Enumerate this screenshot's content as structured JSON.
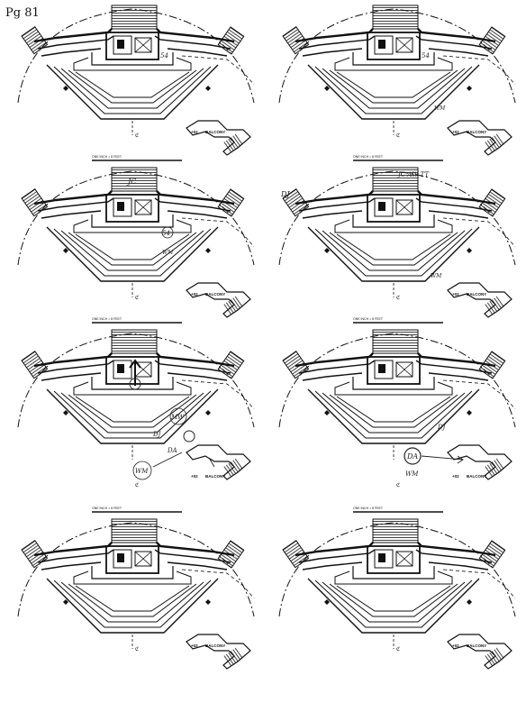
{
  "page_note": "Pg 81",
  "colors": {
    "ink": "#111111",
    "paper": "#ffffff",
    "pencil": "#444444"
  },
  "plans": [
    {
      "id": "plan-1",
      "balcony_label": "BALCONY",
      "level_label": "+02",
      "cl_label": "ℭ",
      "marks": [
        "54"
      ],
      "scale_text": ""
    },
    {
      "id": "plan-2",
      "balcony_label": "BALCONY",
      "level_label": "+02",
      "cl_label": "ℭ",
      "marks": [
        "54",
        "WM"
      ],
      "scale_text": ""
    },
    {
      "id": "plan-3",
      "balcony_label": "BALCONY",
      "level_label": "+02",
      "cl_label": "ℭ",
      "marks": [
        "54",
        "WM",
        "JC"
      ],
      "scale_text": "ONE INCH = 8 FEET"
    },
    {
      "id": "plan-4",
      "balcony_label": "BALCONY",
      "level_label": "+02",
      "cl_label": "ℭ",
      "marks": [
        "JC AW TT",
        "DJ",
        "WM"
      ],
      "scale_text": "ONE INCH = 8 FEET"
    },
    {
      "id": "plan-5",
      "balcony_label": "BALCONY",
      "level_label": "+02",
      "cl_label": "ℭ",
      "marks": [
        "MW",
        "DJ",
        "DA",
        "WM"
      ],
      "scale_text": "ONE INCH = 8 FEET"
    },
    {
      "id": "plan-6",
      "balcony_label": "BALCONY",
      "level_label": "+02",
      "cl_label": "ℭ",
      "marks": [
        "DJ",
        "DA",
        "WM"
      ],
      "scale_text": "ONE INCH = 8 FEET"
    },
    {
      "id": "plan-7",
      "balcony_label": "BALCONY",
      "level_label": "+02",
      "cl_label": "ℭ",
      "marks": [],
      "scale_text": "ONE INCH = 8 FEET"
    },
    {
      "id": "plan-8",
      "balcony_label": "BALCONY",
      "level_label": "+02",
      "cl_label": "ℭ",
      "marks": [],
      "scale_text": "ONE INCH = 8 FEET"
    }
  ]
}
